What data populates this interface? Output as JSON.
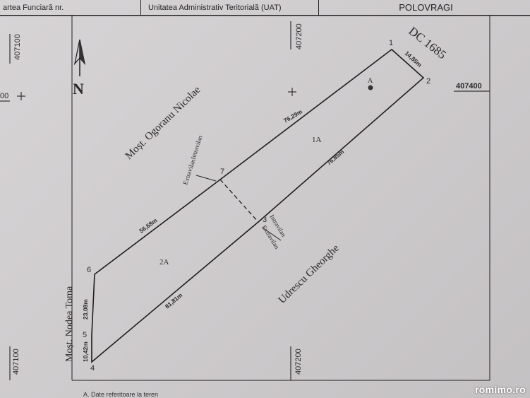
{
  "header": {
    "cf_label": "artea Funciară nr.",
    "uat_label": "Unitatea Administrativ Teritorială (UAT)",
    "uat_value": "POLOVRAGI"
  },
  "grid": {
    "x_left": "407100",
    "x_mid_top": "407200",
    "x_left_bottom": "407100",
    "x_mid_bottom": "407200",
    "y_right": "407400",
    "y_left_partial": "00"
  },
  "north": {
    "label": "N"
  },
  "road": {
    "label": "DC 1685"
  },
  "neighbors": {
    "top": "Moșt. Ogoranu Nicolae",
    "bottom_right": "Udrescu Gheorghe",
    "left": "Moșt. Nodea Toma"
  },
  "vertices": [
    "1",
    "2",
    "3",
    "4",
    "5",
    "6",
    "7"
  ],
  "edges": {
    "e12": "14,85m",
    "e17": "76,29m",
    "e23": "76,85m",
    "e76": "56,68m",
    "e34": "81,81m",
    "e56": "23,08m",
    "e45": "10,42m"
  },
  "parcels": {
    "p1": "1A",
    "p2": "2A"
  },
  "marker": {
    "label": "A"
  },
  "zone_labels": {
    "intra_top": "Intravilan",
    "extra_top": "Extravilan",
    "intra_bottom": "Intravilan",
    "extra_bottom": "Extravilan"
  },
  "footer": {
    "text": "A. Date referitoare la teren"
  },
  "watermark": {
    "text": "romimo.ro"
  }
}
